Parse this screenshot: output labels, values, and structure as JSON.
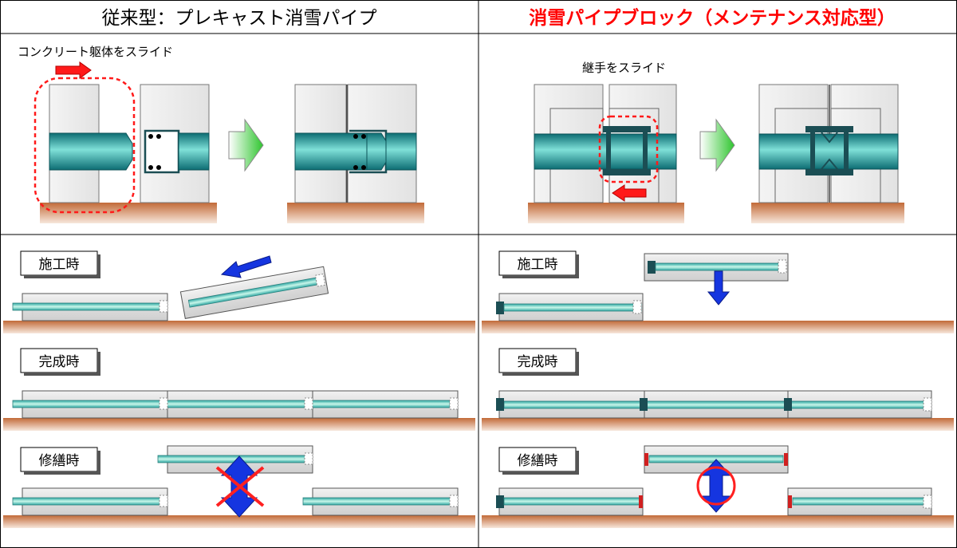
{
  "header": {
    "left_title": "従来型：プレキャスト消雪パイプ",
    "right_title": "消雪パイプブロック（メンテナンス対応型）",
    "right_title_color": "#ff0000"
  },
  "top_left": {
    "slide_label": "コンクリート躯体をスライド"
  },
  "top_right": {
    "slide_label": "継手をスライド"
  },
  "stages": {
    "construction": "施工時",
    "completion": "完成時",
    "repair": "修繕時"
  },
  "colors": {
    "pipe": "#1f9a9a",
    "ground": "#c8703a",
    "block": "#e6e6e6",
    "joint": "#1b4e54",
    "arrow_red": "#ff1a1a",
    "arrow_blue": "#1535e0",
    "arrow_green": "#5cd65c",
    "cross_red": "#ff2020"
  },
  "icons": {
    "slide_arrow": "arrow-right-icon",
    "return_arrow": "arrow-left-icon",
    "progress_arrow": "green-arrow-icon",
    "lift_arrow": "double-arrow-vertical-icon",
    "not_possible": "cross-icon",
    "possible": "circle-icon"
  }
}
